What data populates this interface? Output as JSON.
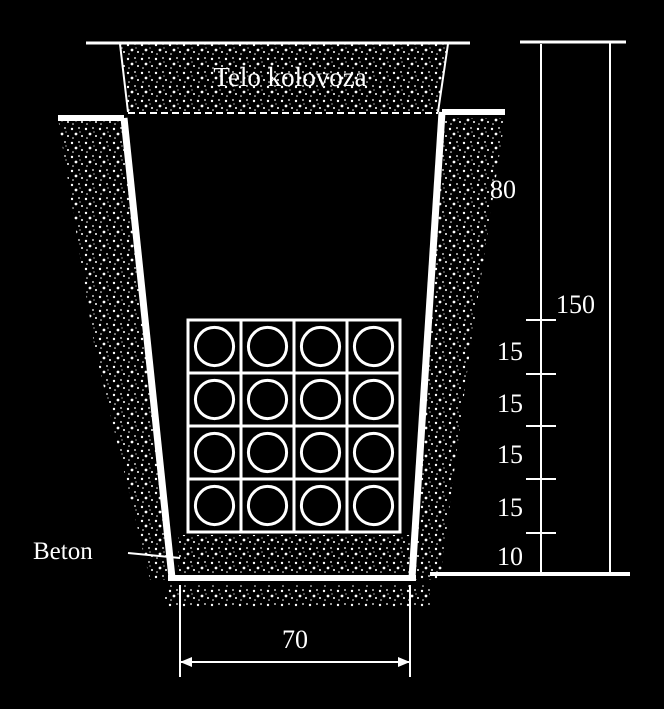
{
  "labels": {
    "road_body": "Telo kolovoza",
    "concrete": "Beton",
    "bottom_width": "70",
    "total_depth": "150"
  },
  "segments": [
    "80",
    "15",
    "15",
    "15",
    "15",
    "10"
  ],
  "duct_grid": {
    "rows": 4,
    "cols": 4
  },
  "colors": {
    "background": "#000000",
    "line": "#ffffff"
  }
}
